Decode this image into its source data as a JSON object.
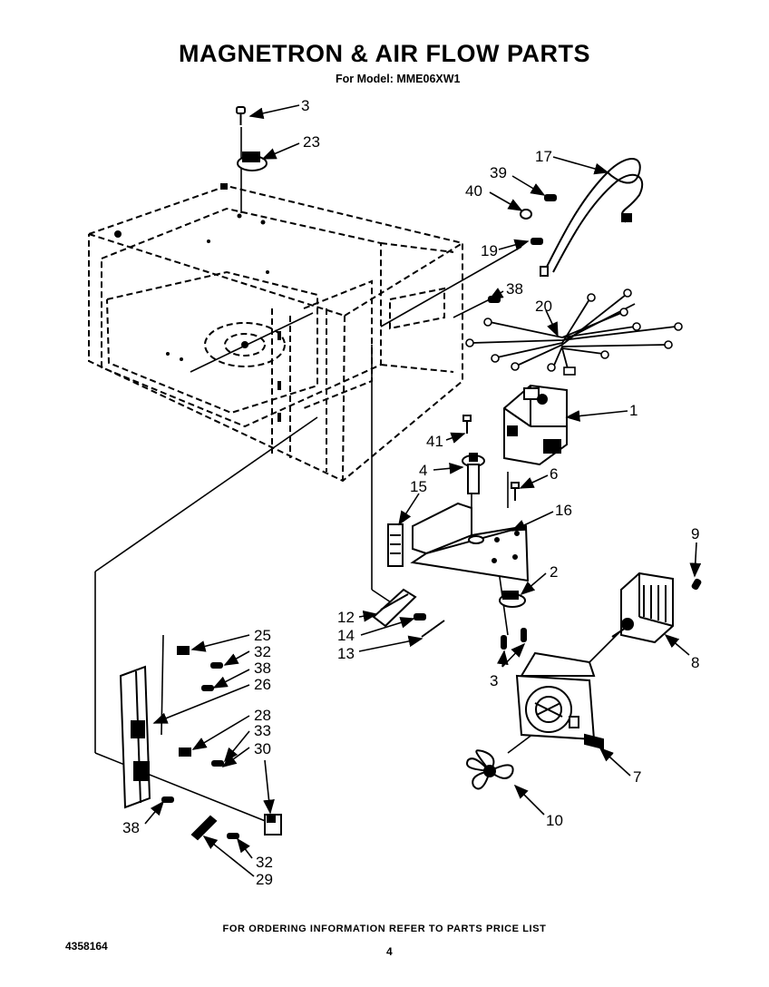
{
  "title": "MAGNETRON & AIR FLOW PARTS",
  "subtitle": "For Model: MME06XW1",
  "footer_note": "FOR ORDERING INFORMATION REFER TO PARTS PRICE LIST",
  "doc_number": "4358164",
  "page_number": "4",
  "callouts": {
    "c3_top": "3",
    "c23": "23",
    "c17": "17",
    "c39": "39",
    "c40": "40",
    "c19": "19",
    "c38_top": "38",
    "c20": "20",
    "c1": "1",
    "c41": "41",
    "c4": "4",
    "c6": "6",
    "c15": "15",
    "c16": "16",
    "c9": "9",
    "c2": "2",
    "c12": "12",
    "c14": "14",
    "c13": "13",
    "c3_mid": "3",
    "c8": "8",
    "c25": "25",
    "c32_a": "32",
    "c38_mid": "38",
    "c26": "26",
    "c28": "28",
    "c33": "33",
    "c30": "30",
    "c7": "7",
    "c38_bot": "38",
    "c10": "10",
    "c32_b": "32",
    "c29": "29"
  }
}
